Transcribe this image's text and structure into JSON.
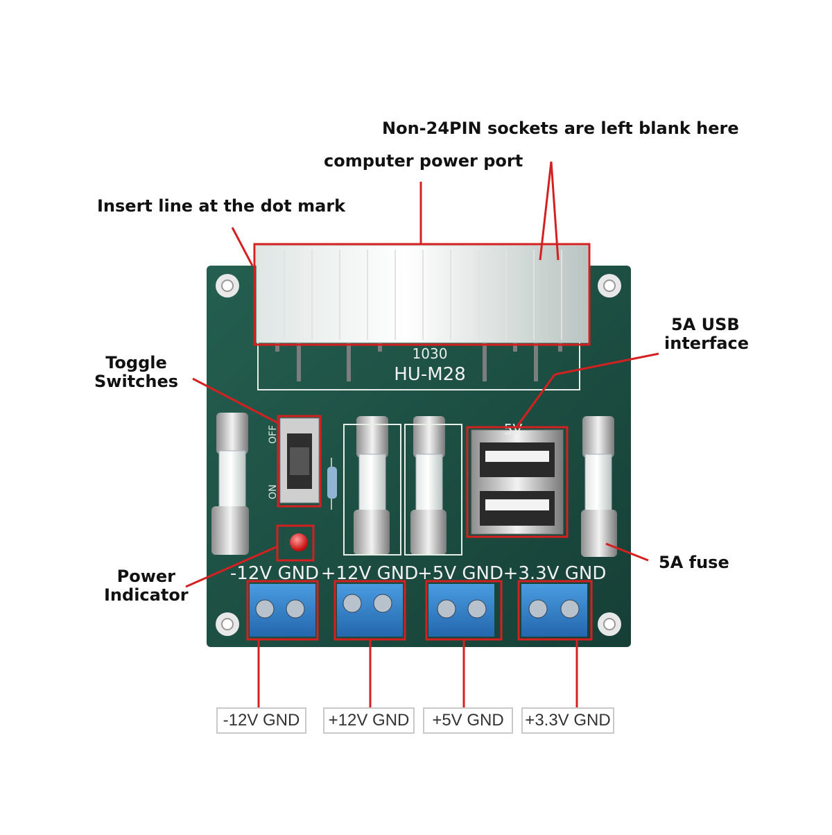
{
  "board": {
    "model": "HU-M28",
    "code": "1030",
    "switch_off": "OFF",
    "switch_on": "ON",
    "usb_mark": "5V",
    "terminal_labels": [
      "-12V GND",
      "+12V GND",
      "+5V GND",
      "+3.3V GND"
    ]
  },
  "callouts": {
    "non24pin": "Non-24PIN sockets are left blank here",
    "power_port": "computer power port",
    "dot_mark": "Insert line at the dot mark",
    "usb_line1": "5A USB",
    "usb_line2": "interface",
    "toggle_line1": "Toggle",
    "toggle_line2": "Switches",
    "power_line1": "Power",
    "power_line2": "Indicator",
    "fuse": "5A fuse"
  },
  "rails": [
    "-12V GND",
    "+12V GND",
    "+5V GND",
    "+3.3V GND"
  ],
  "colors": {
    "pcb": "#1f5a4a",
    "annotation": "#d42020",
    "terminal": "#2f7fc8",
    "connector": "#f3f3f3",
    "led": "#e11a1a"
  },
  "icons": [
    "mounting-hole-icon",
    "fuse-icon",
    "usb-port-icon",
    "screw-terminal-icon",
    "led-icon",
    "slide-switch-icon"
  ]
}
